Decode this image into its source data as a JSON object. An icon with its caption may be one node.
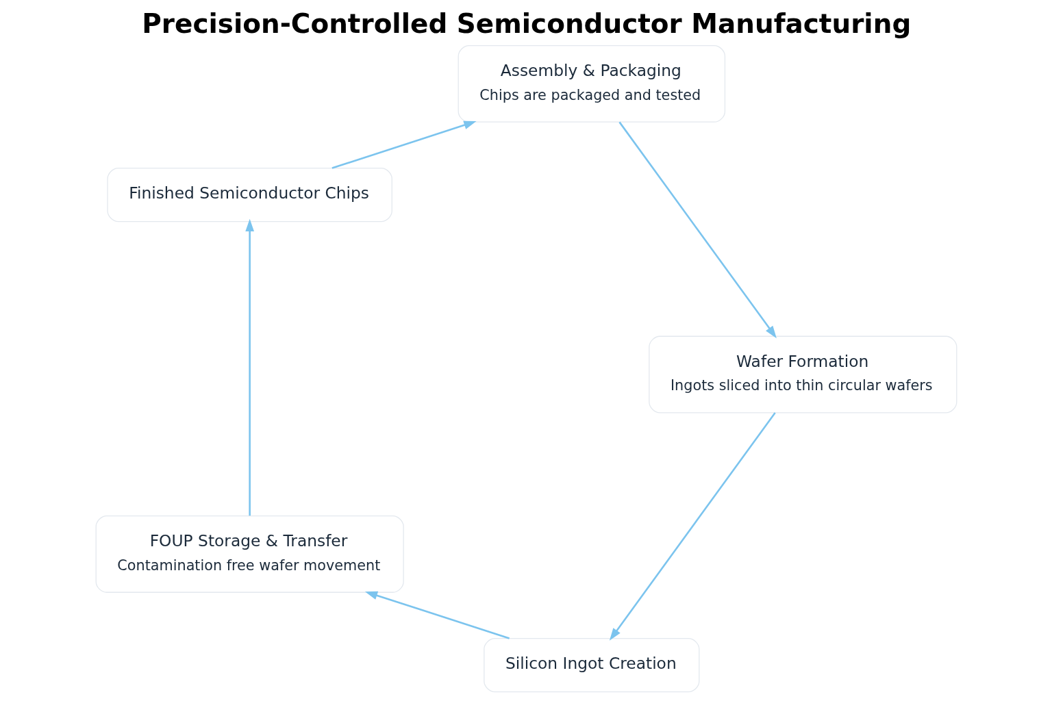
{
  "diagram": {
    "title": "Precision-Controlled Semiconductor Manufacturing",
    "nodes": [
      {
        "text": [
          "Silicon Ingot Creation"
        ]
      },
      {
        "text": [
          "FOUP Storage & Transfer",
          "Contamination free wafer movement"
        ]
      },
      {
        "text": [
          "Finished Semiconductor Chips"
        ]
      },
      {
        "text": [
          "Assembly & Packaging",
          "Chips are packaged and tested"
        ]
      },
      {
        "text": [
          "Wafer Formation",
          "Ingots sliced into thin circular wafers"
        ]
      }
    ],
    "edges": [
      {
        "from": 0,
        "to": 1,
        "arrow": "to"
      },
      {
        "from": 1,
        "to": 2,
        "arrow": "to"
      },
      {
        "from": 2,
        "to": 3,
        "arrow": "to"
      },
      {
        "from": 3,
        "to": 4,
        "arrow": "to"
      },
      {
        "from": 4,
        "to": 0,
        "arrow": "to"
      }
    ]
  }
}
